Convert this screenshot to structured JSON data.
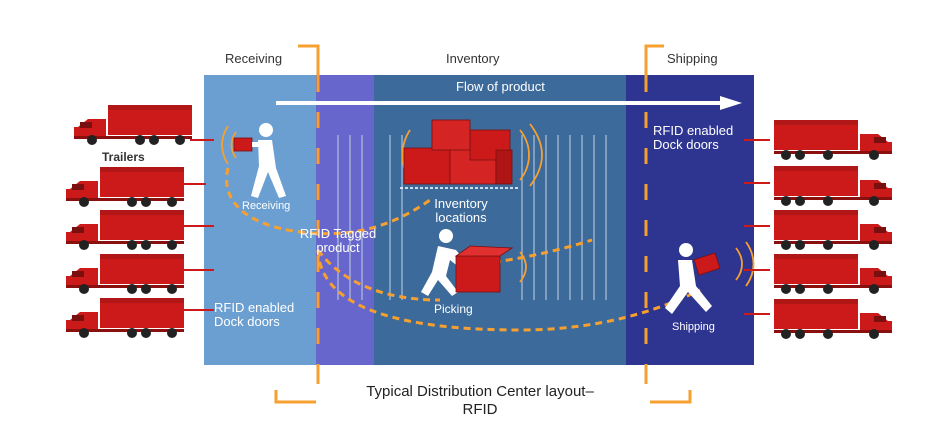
{
  "headers": {
    "receiving": "Receiving",
    "inventory": "Inventory",
    "shipping": "Shipping"
  },
  "flow_label": "Flow of product",
  "labels": {
    "trailers": "Trailers",
    "receiving_worker": "Receiving",
    "rfid_tagged_line1": "RFID Tagged",
    "rfid_tagged_line2": "product",
    "inventory_line1": "Inventory",
    "inventory_line2": "locations",
    "picking": "Picking",
    "shipping_worker": "Shipping",
    "left_dock_line1": "RFID enabled",
    "left_dock_line2": "Dock doors",
    "right_dock_line1": "RFID enabled",
    "right_dock_line2": "Dock doors"
  },
  "caption": {
    "line1": "Typical Distribution Center layout–",
    "line2": "RFID"
  },
  "colors": {
    "receiving_zone": "#6b9fd2",
    "cross_dock": "#6666cc",
    "inventory_zone": "#3c6a9a",
    "shipping_zone": "#2e3590",
    "truck_red": "#cc1a1a",
    "accent_orange": "#f7a030"
  },
  "icons": [
    "truck-icon",
    "worker-icon",
    "box-icon",
    "arrow-right-icon"
  ]
}
